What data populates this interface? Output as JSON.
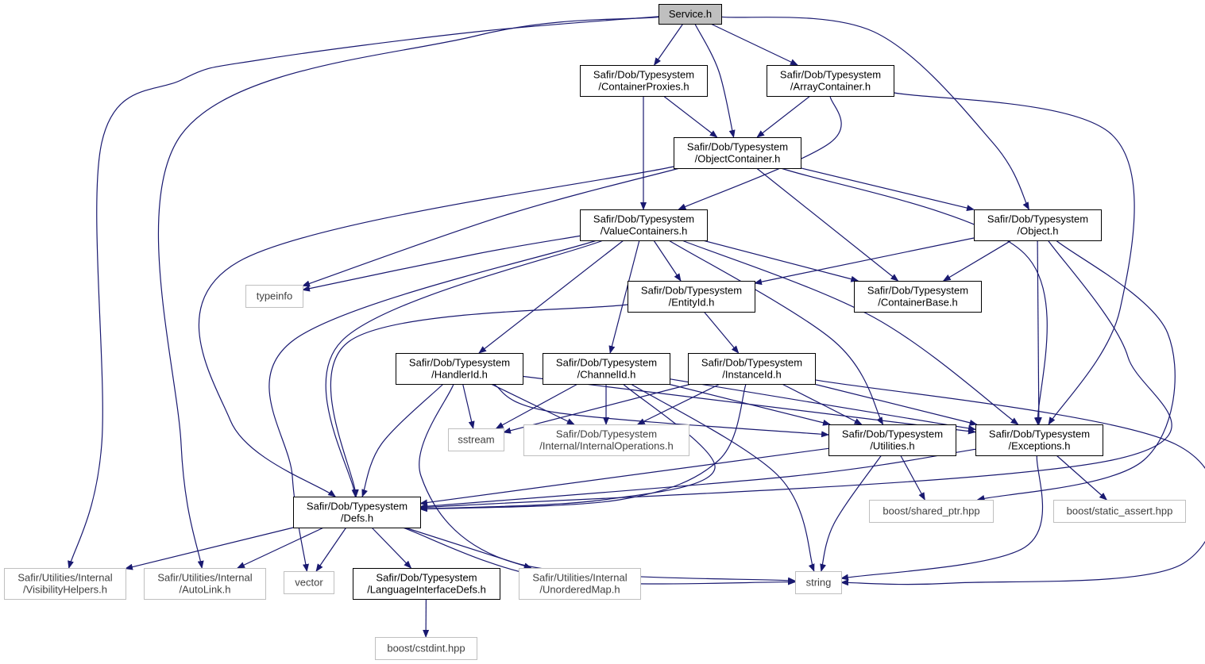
{
  "colors": {
    "edge": "#191970",
    "node_border": "#000000",
    "external_border": "#bfbfbf",
    "external_text": "#404040",
    "root_fill": "#bfbfbf",
    "node_fill": "#ffffff",
    "text": "#000000"
  },
  "nodes": [
    {
      "id": "service",
      "lines": [
        "Service.h"
      ],
      "kind": "root"
    },
    {
      "id": "containerproxies",
      "lines": [
        "Safir/Dob/Typesystem",
        "/ContainerProxies.h"
      ],
      "kind": "internal"
    },
    {
      "id": "arraycontainer",
      "lines": [
        "Safir/Dob/Typesystem",
        "/ArrayContainer.h"
      ],
      "kind": "internal"
    },
    {
      "id": "objectcontainer",
      "lines": [
        "Safir/Dob/Typesystem",
        "/ObjectContainer.h"
      ],
      "kind": "internal"
    },
    {
      "id": "valuecontainers",
      "lines": [
        "Safir/Dob/Typesystem",
        "/ValueContainers.h"
      ],
      "kind": "internal"
    },
    {
      "id": "object",
      "lines": [
        "Safir/Dob/Typesystem",
        "/Object.h"
      ],
      "kind": "internal"
    },
    {
      "id": "typeinfo",
      "lines": [
        "typeinfo"
      ],
      "kind": "external"
    },
    {
      "id": "entityid",
      "lines": [
        "Safir/Dob/Typesystem",
        "/EntityId.h"
      ],
      "kind": "internal"
    },
    {
      "id": "containerbase",
      "lines": [
        "Safir/Dob/Typesystem",
        "/ContainerBase.h"
      ],
      "kind": "internal"
    },
    {
      "id": "handlerid",
      "lines": [
        "Safir/Dob/Typesystem",
        "/HandlerId.h"
      ],
      "kind": "internal"
    },
    {
      "id": "channelid",
      "lines": [
        "Safir/Dob/Typesystem",
        "/ChannelId.h"
      ],
      "kind": "internal"
    },
    {
      "id": "instanceid",
      "lines": [
        "Safir/Dob/Typesystem",
        "/InstanceId.h"
      ],
      "kind": "internal"
    },
    {
      "id": "sstream",
      "lines": [
        "sstream"
      ],
      "kind": "external"
    },
    {
      "id": "internalops",
      "lines": [
        "Safir/Dob/Typesystem",
        "/Internal/InternalOperations.h"
      ],
      "kind": "external"
    },
    {
      "id": "utilities",
      "lines": [
        "Safir/Dob/Typesystem",
        "/Utilities.h"
      ],
      "kind": "internal"
    },
    {
      "id": "exceptions",
      "lines": [
        "Safir/Dob/Typesystem",
        "/Exceptions.h"
      ],
      "kind": "internal"
    },
    {
      "id": "defs",
      "lines": [
        "Safir/Dob/Typesystem",
        "/Defs.h"
      ],
      "kind": "internal"
    },
    {
      "id": "sharedptr",
      "lines": [
        "boost/shared_ptr.hpp"
      ],
      "kind": "external"
    },
    {
      "id": "staticassert",
      "lines": [
        "boost/static_assert.hpp"
      ],
      "kind": "external"
    },
    {
      "id": "visibility",
      "lines": [
        "Safir/Utilities/Internal",
        "/VisibilityHelpers.h"
      ],
      "kind": "external"
    },
    {
      "id": "autolink",
      "lines": [
        "Safir/Utilities/Internal",
        "/AutoLink.h"
      ],
      "kind": "external"
    },
    {
      "id": "vector",
      "lines": [
        "vector"
      ],
      "kind": "external"
    },
    {
      "id": "langiface",
      "lines": [
        "Safir/Dob/Typesystem",
        "/LanguageInterfaceDefs.h"
      ],
      "kind": "internal"
    },
    {
      "id": "unorderedmap",
      "lines": [
        "Safir/Utilities/Internal",
        "/UnorderedMap.h"
      ],
      "kind": "external"
    },
    {
      "id": "string",
      "lines": [
        "string"
      ],
      "kind": "external"
    },
    {
      "id": "cstdint",
      "lines": [
        "boost/cstdint.hpp"
      ],
      "kind": "external"
    }
  ],
  "edges": [
    [
      "service",
      "containerproxies"
    ],
    [
      "service",
      "arraycontainer"
    ],
    [
      "service",
      "objectcontainer"
    ],
    [
      "service",
      "object"
    ],
    [
      "service",
      "visibility"
    ],
    [
      "service",
      "autolink"
    ],
    [
      "containerproxies",
      "objectcontainer"
    ],
    [
      "containerproxies",
      "valuecontainers"
    ],
    [
      "arraycontainer",
      "objectcontainer"
    ],
    [
      "arraycontainer",
      "valuecontainers"
    ],
    [
      "arraycontainer",
      "exceptions"
    ],
    [
      "objectcontainer",
      "typeinfo"
    ],
    [
      "objectcontainer",
      "defs"
    ],
    [
      "objectcontainer",
      "object"
    ],
    [
      "objectcontainer",
      "containerbase"
    ],
    [
      "objectcontainer",
      "exceptions"
    ],
    [
      "valuecontainers",
      "typeinfo"
    ],
    [
      "valuecontainers",
      "entityid"
    ],
    [
      "valuecontainers",
      "containerbase"
    ],
    [
      "valuecontainers",
      "handlerid"
    ],
    [
      "valuecontainers",
      "channelid"
    ],
    [
      "valuecontainers",
      "utilities"
    ],
    [
      "valuecontainers",
      "exceptions"
    ],
    [
      "valuecontainers",
      "defs"
    ],
    [
      "valuecontainers",
      "vector"
    ],
    [
      "object",
      "entityid"
    ],
    [
      "object",
      "containerbase"
    ],
    [
      "object",
      "exceptions"
    ],
    [
      "object",
      "defs"
    ],
    [
      "object",
      "sharedptr"
    ],
    [
      "entityid",
      "instanceid"
    ],
    [
      "entityid",
      "defs"
    ],
    [
      "handlerid",
      "sstream"
    ],
    [
      "handlerid",
      "internalops"
    ],
    [
      "handlerid",
      "utilities"
    ],
    [
      "handlerid",
      "exceptions"
    ],
    [
      "handlerid",
      "defs"
    ],
    [
      "handlerid",
      "string"
    ],
    [
      "channelid",
      "sstream"
    ],
    [
      "channelid",
      "internalops"
    ],
    [
      "channelid",
      "utilities"
    ],
    [
      "channelid",
      "exceptions"
    ],
    [
      "channelid",
      "defs"
    ],
    [
      "channelid",
      "string"
    ],
    [
      "instanceid",
      "sstream"
    ],
    [
      "instanceid",
      "internalops"
    ],
    [
      "instanceid",
      "utilities"
    ],
    [
      "instanceid",
      "exceptions"
    ],
    [
      "instanceid",
      "defs"
    ],
    [
      "instanceid",
      "string"
    ],
    [
      "utilities",
      "defs"
    ],
    [
      "utilities",
      "sharedptr"
    ],
    [
      "utilities",
      "string"
    ],
    [
      "exceptions",
      "defs"
    ],
    [
      "exceptions",
      "staticassert"
    ],
    [
      "exceptions",
      "string"
    ],
    [
      "defs",
      "visibility"
    ],
    [
      "defs",
      "autolink"
    ],
    [
      "defs",
      "vector"
    ],
    [
      "defs",
      "langiface"
    ],
    [
      "defs",
      "unorderedmap"
    ],
    [
      "defs",
      "string"
    ],
    [
      "langiface",
      "cstdint"
    ]
  ]
}
